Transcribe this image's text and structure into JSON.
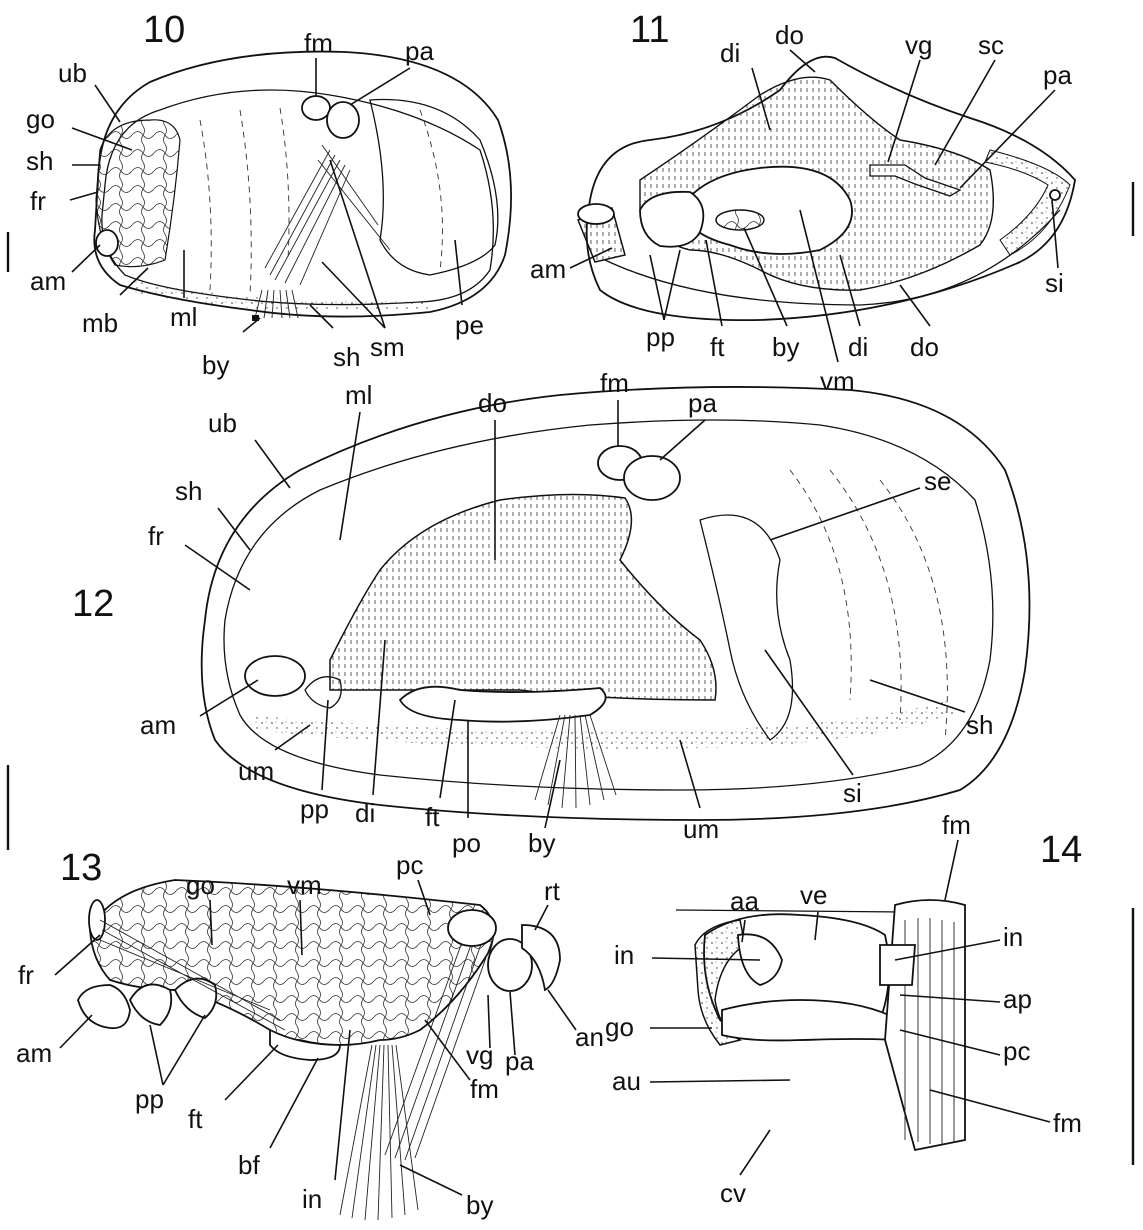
{
  "figures": [
    {
      "number": "10",
      "labels": [
        "fm",
        "pa",
        "ub",
        "go",
        "sh",
        "fr",
        "am",
        "mb",
        "ml",
        "by",
        "sh",
        "sm",
        "pe"
      ]
    },
    {
      "number": "11",
      "labels": [
        "do",
        "di",
        "vg",
        "sc",
        "pa",
        "am",
        "pp",
        "ft",
        "by",
        "di",
        "do",
        "si",
        "vm"
      ]
    },
    {
      "number": "12",
      "labels": [
        "fm",
        "pa",
        "ub",
        "ml",
        "do",
        "sh",
        "fr",
        "se",
        "am",
        "um",
        "pp",
        "di",
        "ft",
        "po",
        "by",
        "um",
        "si",
        "sh"
      ]
    },
    {
      "number": "13",
      "labels": [
        "go",
        "vm",
        "pc",
        "rt",
        "fr",
        "an",
        "am",
        "vg",
        "pa",
        "pp",
        "fm",
        "ft",
        "bf",
        "in",
        "by"
      ]
    },
    {
      "number": "14",
      "labels": [
        "fm",
        "aa",
        "ve",
        "in",
        "in",
        "ap",
        "go",
        "pc",
        "au",
        "fm",
        "cv"
      ]
    }
  ],
  "colors": {
    "ink": "#111111",
    "paper": "#ffffff"
  }
}
